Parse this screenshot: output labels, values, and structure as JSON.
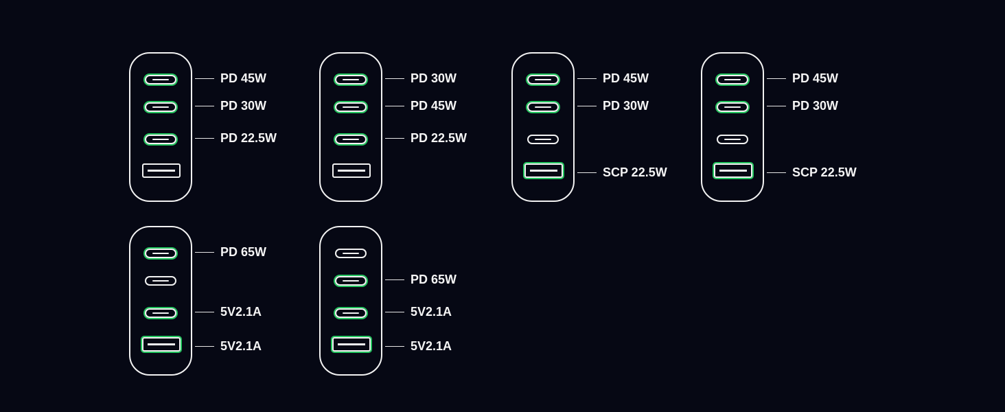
{
  "colors": {
    "background": "#060814",
    "outline": "#f2f2f2",
    "active_port_glow": "#22c55e",
    "label_text": "#f5f5f5"
  },
  "chargers": [
    {
      "id": "charger-1",
      "ports": [
        {
          "type": "usb-c",
          "active": true,
          "label": "PD 45W"
        },
        {
          "type": "usb-c",
          "active": true,
          "label": "PD 30W"
        },
        {
          "type": "usb-c",
          "active": true,
          "label": "PD 22.5W"
        },
        {
          "type": "usb-a",
          "active": false,
          "label": ""
        }
      ]
    },
    {
      "id": "charger-2",
      "ports": [
        {
          "type": "usb-c",
          "active": true,
          "label": "PD 30W"
        },
        {
          "type": "usb-c",
          "active": true,
          "label": "PD 45W"
        },
        {
          "type": "usb-c",
          "active": true,
          "label": "PD 22.5W"
        },
        {
          "type": "usb-a",
          "active": false,
          "label": ""
        }
      ]
    },
    {
      "id": "charger-3",
      "ports": [
        {
          "type": "usb-c",
          "active": true,
          "label": "PD 45W"
        },
        {
          "type": "usb-c",
          "active": true,
          "label": "PD 30W"
        },
        {
          "type": "usb-c",
          "active": false,
          "label": ""
        },
        {
          "type": "usb-a",
          "active": true,
          "label": "SCP 22.5W"
        }
      ]
    },
    {
      "id": "charger-4",
      "ports": [
        {
          "type": "usb-c",
          "active": true,
          "label": "PD 45W"
        },
        {
          "type": "usb-c",
          "active": true,
          "label": "PD 30W"
        },
        {
          "type": "usb-c",
          "active": false,
          "label": ""
        },
        {
          "type": "usb-a",
          "active": true,
          "label": "SCP 22.5W"
        }
      ]
    },
    {
      "id": "charger-5",
      "ports": [
        {
          "type": "usb-c",
          "active": true,
          "label": "PD 65W"
        },
        {
          "type": "usb-c",
          "active": false,
          "label": ""
        },
        {
          "type": "usb-c",
          "active": true,
          "label": "5V2.1A"
        },
        {
          "type": "usb-a",
          "active": true,
          "label": "5V2.1A"
        }
      ]
    },
    {
      "id": "charger-6",
      "ports": [
        {
          "type": "usb-c",
          "active": false,
          "label": ""
        },
        {
          "type": "usb-c",
          "active": true,
          "label": "PD 65W"
        },
        {
          "type": "usb-c",
          "active": true,
          "label": "5V2.1A"
        },
        {
          "type": "usb-a",
          "active": true,
          "label": "5V2.1A"
        }
      ]
    }
  ]
}
